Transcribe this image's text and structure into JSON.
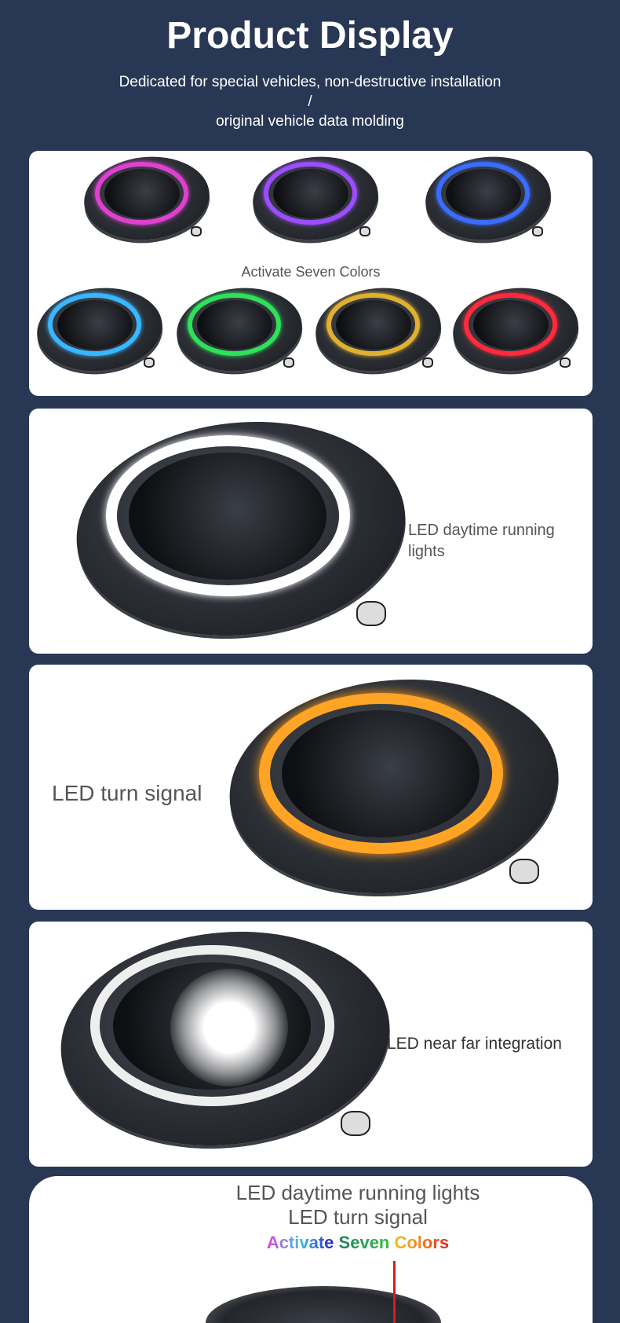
{
  "header": {
    "title": "Product Display",
    "subtitle_line1": "Dedicated for special vehicles, non-destructive installation",
    "subtitle_sep": "/",
    "subtitle_line2": "original vehicle data molding"
  },
  "colors_card": {
    "label": "Activate Seven Colors",
    "ring_colors": [
      "#e040d0",
      "#9b4dff",
      "#3a6cff",
      "#39b6ff",
      "#2ee05a",
      "#e0b030",
      "#ff2a3c"
    ]
  },
  "drl_card": {
    "label_line1": "LED daytime running",
    "label_line2": "lights"
  },
  "turn_card": {
    "label": "LED turn signal",
    "ring_color": "#ffa424"
  },
  "beam_card": {
    "label": "LED near far integration"
  },
  "summary_card": {
    "line1": "LED daytime running lights",
    "line2": "LED turn signal",
    "rainbow_words": [
      "Activate",
      "Seven",
      "Colors"
    ],
    "pointer_color": "#d81c1c"
  },
  "background": "#283753"
}
